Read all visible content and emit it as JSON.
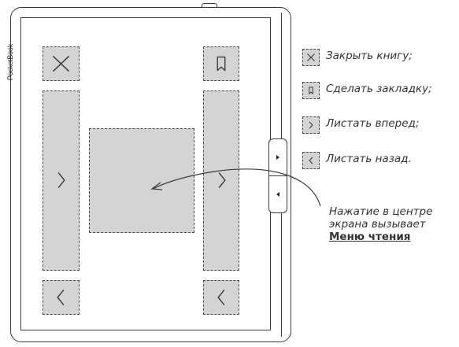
{
  "device": {
    "brand": "PocketBook"
  },
  "zones": [
    {
      "name": "close-zone",
      "icon": "close-icon"
    },
    {
      "name": "bookmark-zone",
      "icon": "bookmark-icon"
    },
    {
      "name": "left-column-zone",
      "icon": "chevron-right-icon"
    },
    {
      "name": "center-zone",
      "icon": "menu"
    },
    {
      "name": "right-column-zone",
      "icon": "chevron-right-icon"
    },
    {
      "name": "back-left-zone",
      "icon": "chevron-left-icon"
    },
    {
      "name": "back-right-zone",
      "icon": "chevron-left-icon"
    }
  ],
  "legend": [
    {
      "icon": "close-icon",
      "text": "Закрыть книгу;"
    },
    {
      "icon": "bookmark-icon",
      "text": "Сделать закладку;"
    },
    {
      "icon": "chevron-right-icon",
      "text": "Листать вперед;"
    },
    {
      "icon": "chevron-left-icon",
      "text": "Листать назад."
    }
  ],
  "callout": {
    "line1": "Нажатие в центре",
    "line2": "экрана вызывает",
    "link": "Меню чтения"
  },
  "colors": {
    "zone_fill": "#d4d4d4",
    "outline": "#3a3a3a",
    "text": "#333333"
  }
}
